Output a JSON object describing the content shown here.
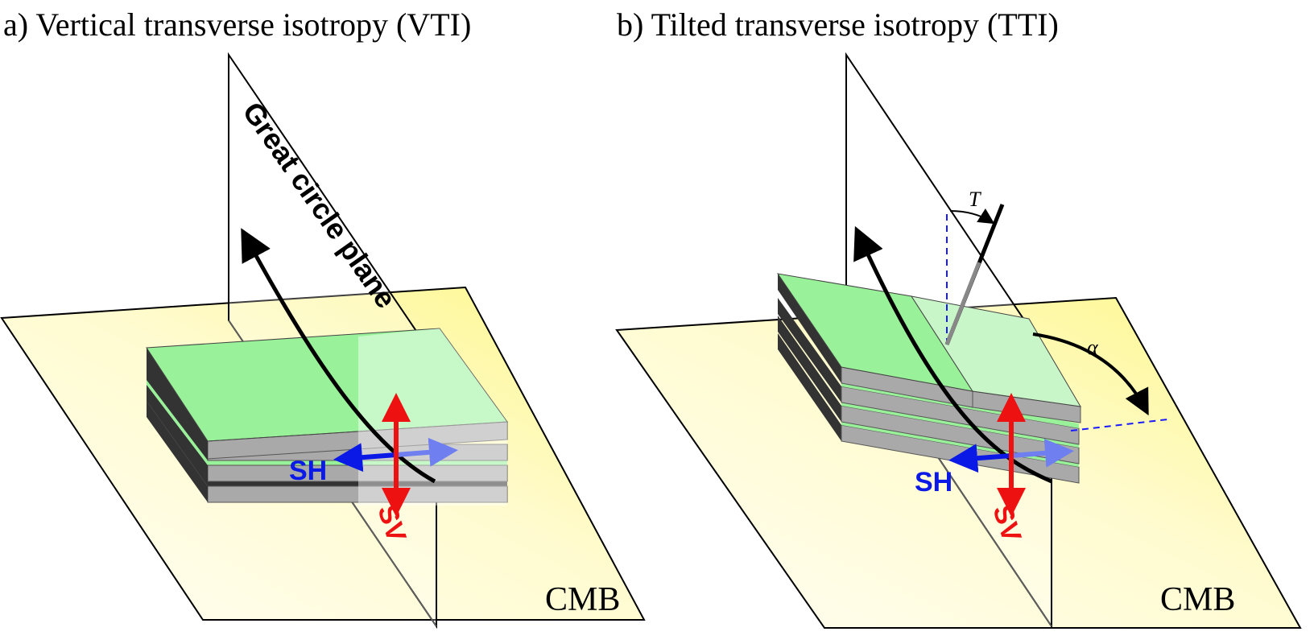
{
  "panels": [
    {
      "id": "vti",
      "title": "a) Vertical transverse isotropy (VTI)",
      "plane_label": "Great circle plane",
      "sh_label": "SH",
      "sv_label": "SV",
      "floor_label": "CMB"
    },
    {
      "id": "tti",
      "title": "b) Tilted transverse isotropy (TTI)",
      "tilt_label": "T",
      "azimuth_label": "α",
      "sh_label": "SH",
      "sv_label": "SV",
      "floor_label": "CMB"
    }
  ],
  "colors": {
    "floor_light": "#fffde8",
    "floor_dark": "#fdf78a",
    "layer_top": "#99f299",
    "layer_side": "#a9a9a9",
    "layer_dark": "#333333",
    "sh": "#0b19e6",
    "sv": "#ee1111",
    "guide": "#1a1aff"
  }
}
